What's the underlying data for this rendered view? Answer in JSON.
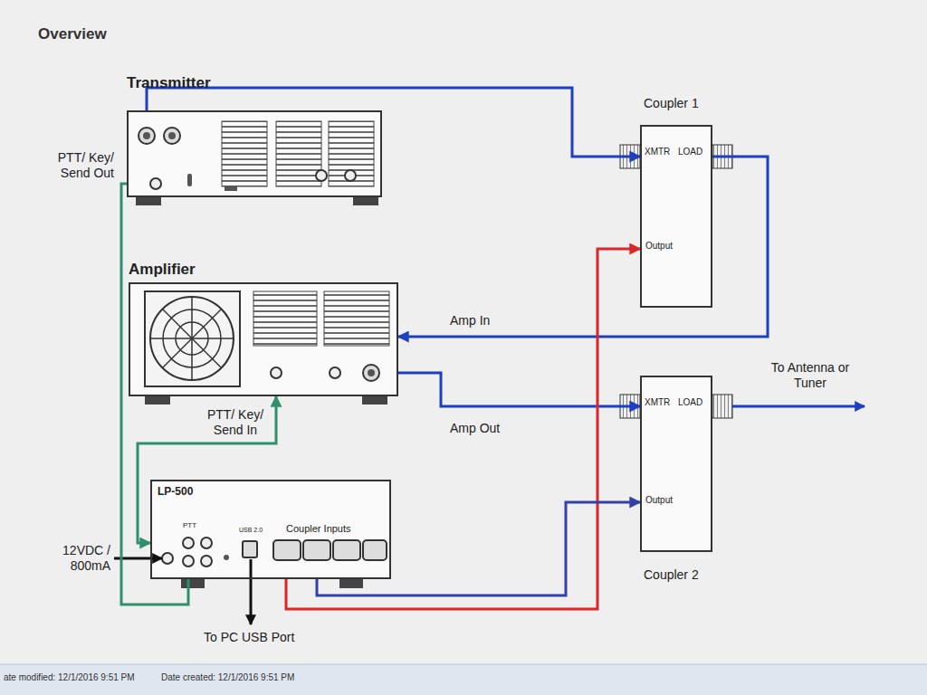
{
  "diagram": {
    "title": "Overview",
    "nodes": [
      {
        "text": [
          "Transmitter"
        ]
      },
      {
        "text": [
          "Coupler 1",
          "XMTR",
          "LOAD",
          "Output"
        ]
      },
      {
        "text": [
          "Amplifier"
        ]
      },
      {
        "text": [
          "XMTR",
          "LOAD",
          "Output",
          "Coupler 2"
        ]
      },
      {
        "text": [
          "LP-500",
          "PTT",
          "USB 2.0",
          "Coupler Inputs"
        ]
      }
    ],
    "edges": [
      {
        "from": 0,
        "to": 1,
        "arrow": "to"
      },
      {
        "from": 1,
        "to": 2,
        "label": "Amp In",
        "arrow": "to"
      },
      {
        "from": 2,
        "to": 3,
        "label": "Amp Out",
        "arrow": "to"
      },
      {
        "from": 4,
        "to": 1,
        "arrow": "to"
      },
      {
        "from": 4,
        "to": 3,
        "arrow": "to"
      },
      {
        "from": 0,
        "to": 4,
        "label": "PTT/ Key/ Send Out",
        "arrow": "none"
      },
      {
        "from": 4,
        "to": 2,
        "label": "PTT/ Key/ Send In",
        "arrow": "both"
      }
    ],
    "labels": [
      "To Antenna or Tuner",
      "12VDC / 800mA",
      "To PC USB Port",
      "ate modified: 12/1/2016 9:51 PM",
      "Date created: 12/1/2016 9:51 PM"
    ]
  }
}
